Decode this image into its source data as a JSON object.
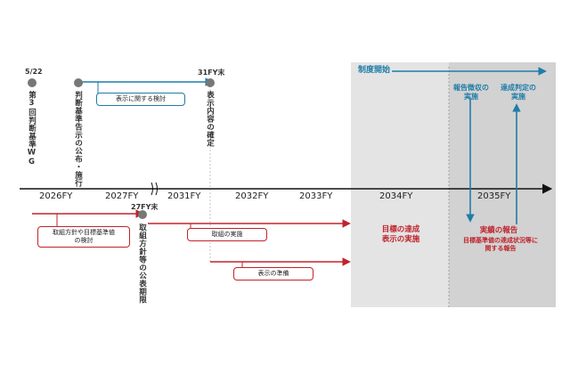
{
  "milestones": {
    "m1_date": "5/22",
    "m1_text": "第3回判断基準WG",
    "m2_text": "判断基準告示の公布・施行",
    "m3_date": "31FY末",
    "m3_text": "表示内容の確定",
    "m4_date": "27FY末",
    "m4_text": "取組方針等の公表期限"
  },
  "years": [
    "2026FY",
    "2027FY",
    "2031FY",
    "2032FY",
    "2033FY",
    "2034FY",
    "2035FY"
  ],
  "boxes": {
    "display_review": "表示に関する検討",
    "policy_review_line1": "取組方針や目標基準値",
    "policy_review_line2": "の検討",
    "implementation": "取組の実施",
    "display_prep": "表示の準備"
  },
  "zones": {
    "system_start": "制度開始",
    "report_collection_line1": "報告徴収の",
    "report_collection_line2": "実施",
    "achievement_judge_line1": "達成判定の",
    "achievement_judge_line2": "実施",
    "target_line1": "目標の達成",
    "target_line2": "表示の実施",
    "results_report": "実績の報告",
    "results_sub_line1": "目標基準値の達成状況等に",
    "results_sub_line2": "関する報告"
  },
  "colors": {
    "blue": "#1f7da8",
    "red": "#c0232b",
    "grey_light": "#e6e6e6",
    "grey_dark": "#d0d0d0",
    "axis": "#111111"
  }
}
